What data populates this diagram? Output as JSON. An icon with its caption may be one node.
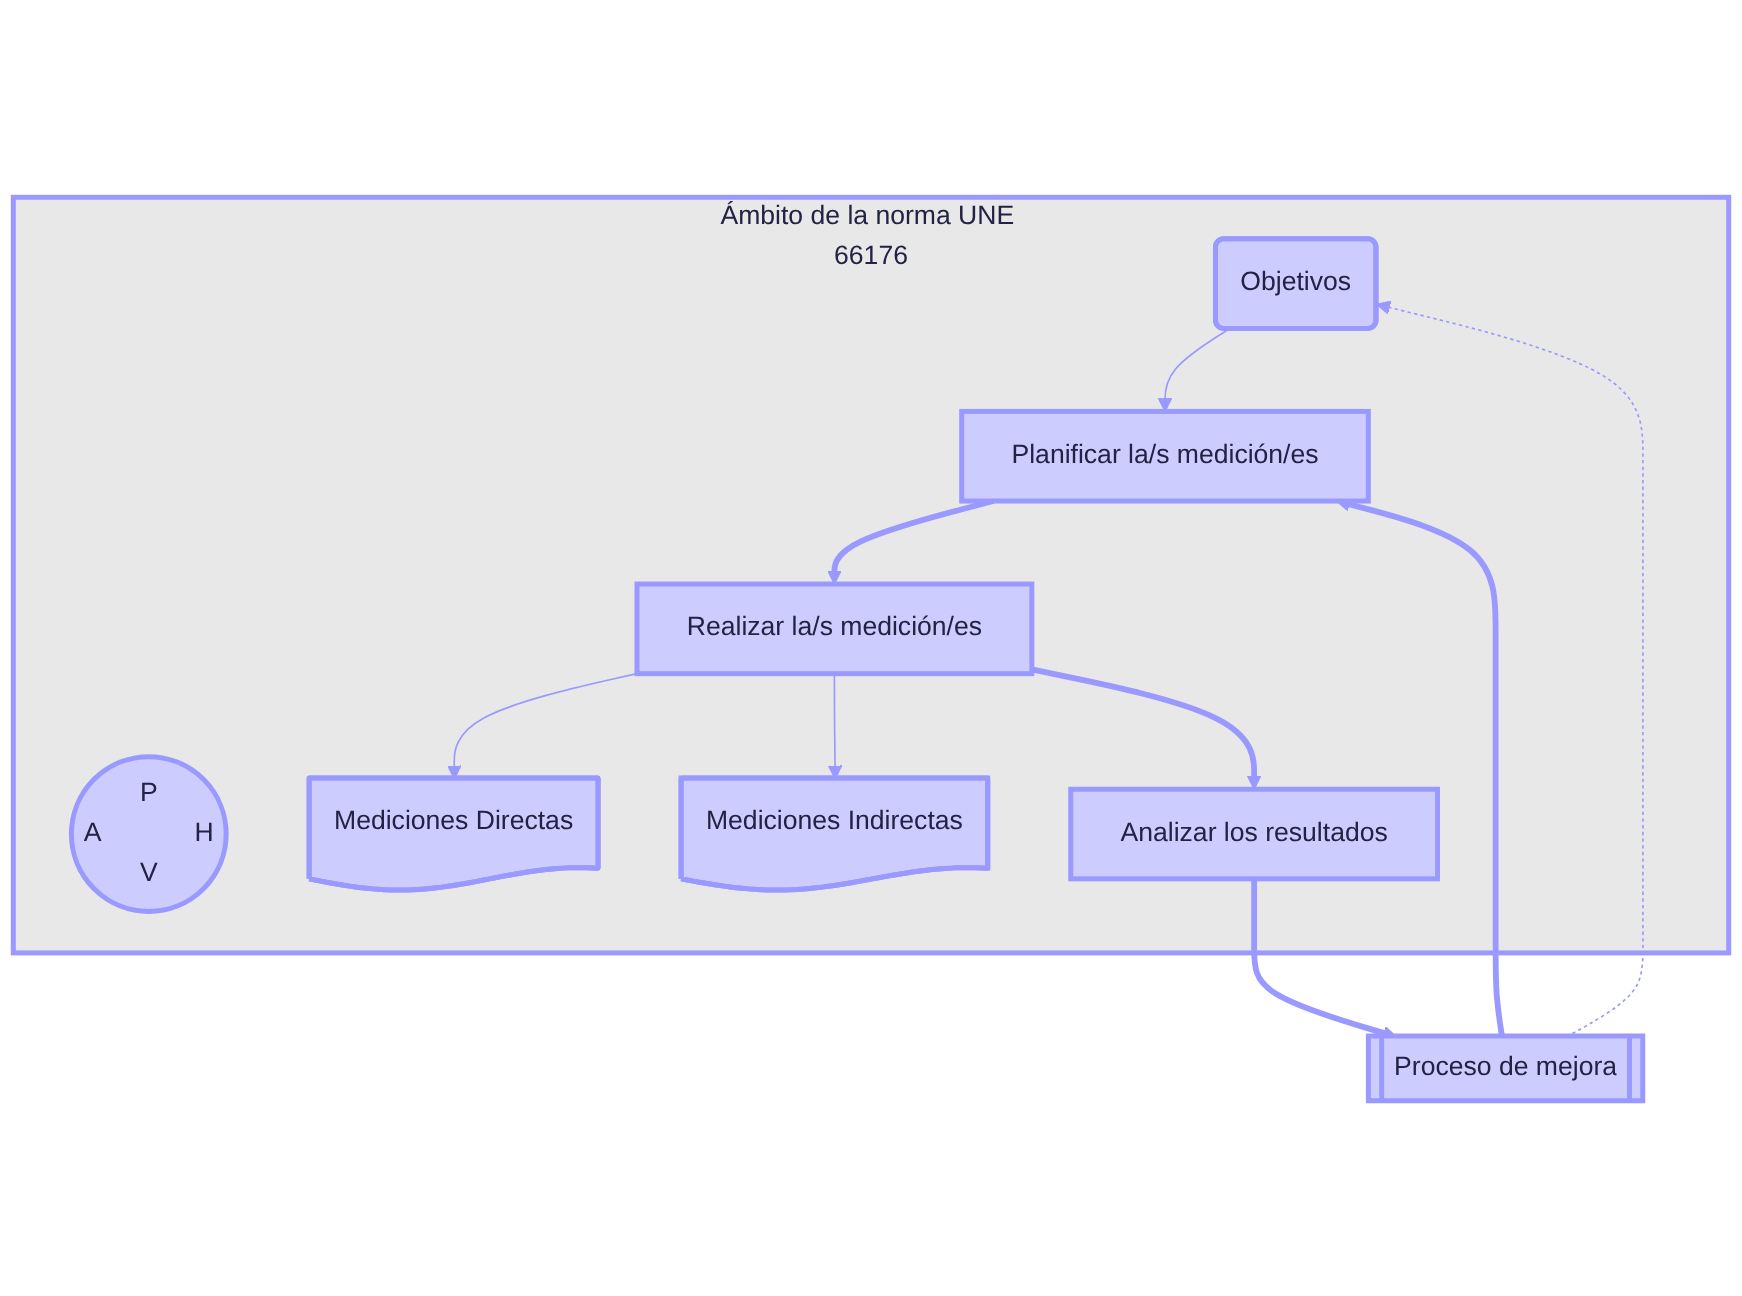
{
  "diagram": {
    "nodes": [
      {
        "text": [
          "Ámbito de la norma UNE 66176"
        ]
      },
      {
        "text": [
          "Objetivos"
        ],
        "in": 0
      },
      {
        "text": [
          "Planificar la/s medición/es"
        ],
        "in": 0
      },
      {
        "text": [
          "P",
          "A",
          "H",
          "V"
        ],
        "in": 0
      },
      {
        "text": [
          "Realizar la/s medición/es"
        ],
        "in": 0
      },
      {
        "text": [
          "Mediciones Directas"
        ],
        "in": 0
      },
      {
        "text": [
          "Mediciones Indirectas"
        ],
        "in": 0
      },
      {
        "text": [
          "Analizar los resultados"
        ],
        "in": 0
      },
      {
        "text": [
          "Proceso de mejora"
        ]
      }
    ],
    "edges": [
      {
        "from": 1,
        "to": 2,
        "arrow": "to"
      },
      {
        "from": 2,
        "to": 4,
        "arrow": "to",
        "style": "thick"
      },
      {
        "from": 4,
        "to": 5,
        "arrow": "to"
      },
      {
        "from": 4,
        "to": 6,
        "arrow": "to"
      },
      {
        "from": 4,
        "to": 7,
        "arrow": "to",
        "style": "thick"
      },
      {
        "from": 7,
        "to": 8,
        "arrow": "to",
        "style": "thick"
      },
      {
        "from": 8,
        "to": 2,
        "arrow": "to",
        "style": "thick"
      },
      {
        "from": 8,
        "to": 1,
        "arrow": "to",
        "style": "dashed"
      }
    ]
  }
}
